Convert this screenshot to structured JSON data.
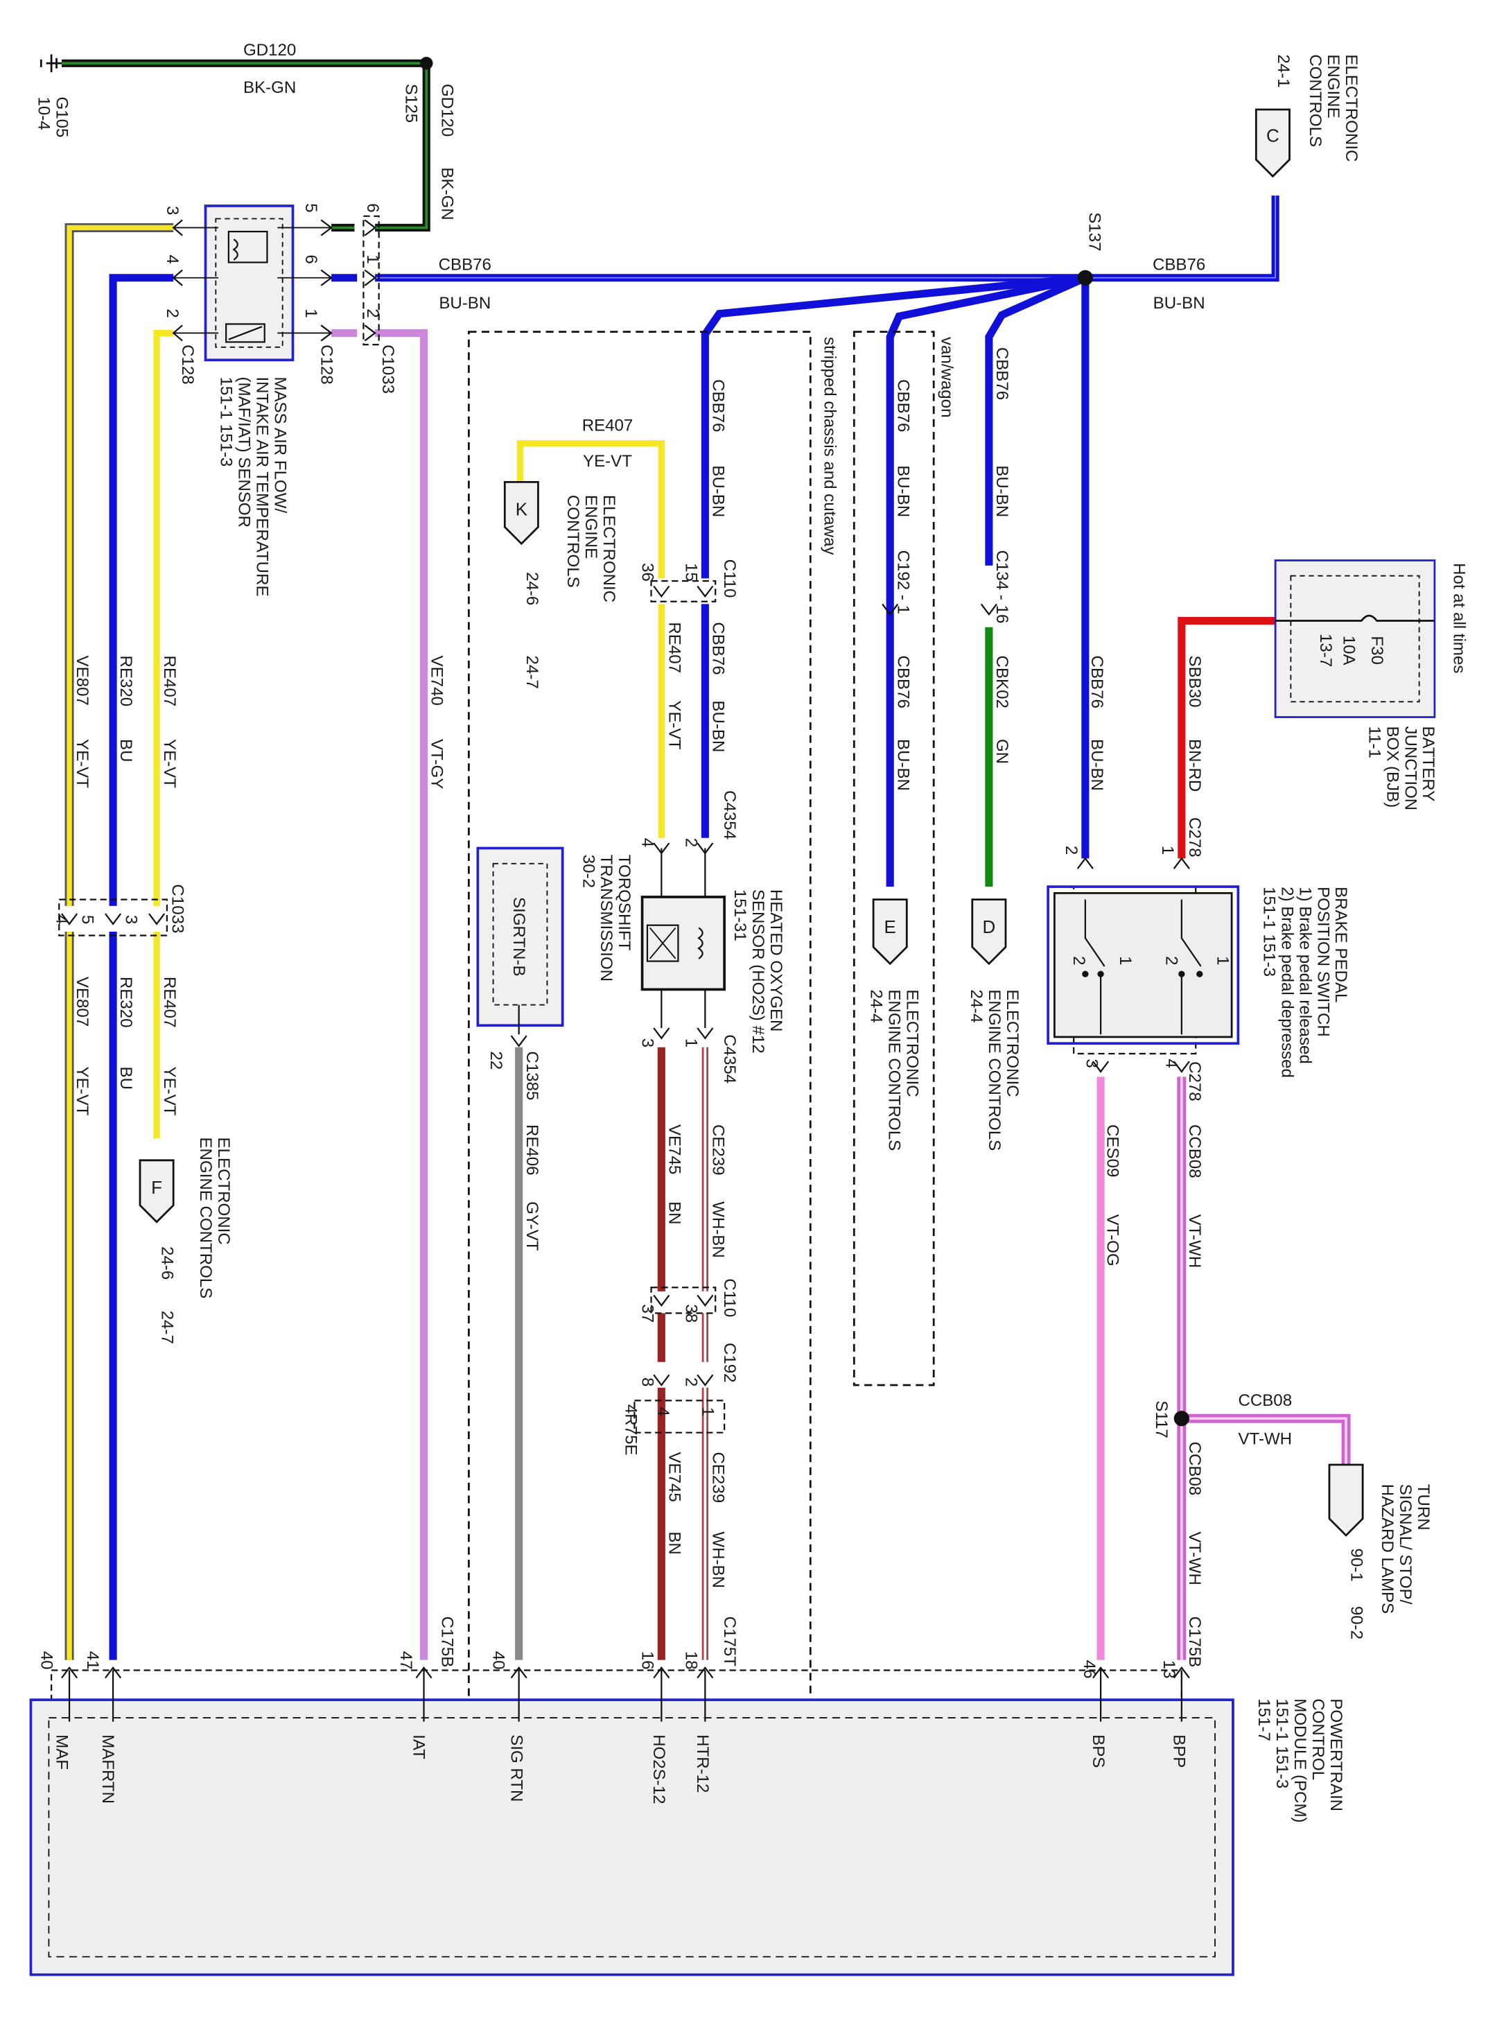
{
  "ground": {
    "id": "G105",
    "ref": "10-4",
    "splice": "S125",
    "circuit": "GD120",
    "color": "BK-GN"
  },
  "main_bus": {
    "circuit": "CBB76",
    "color": "BU-BN",
    "splice": "S137"
  },
  "eec_c": {
    "letter": "C",
    "ref": "24-1",
    "title_lines": [
      "ELECTRONIC",
      "ENGINE",
      "CONTROLS"
    ]
  },
  "bjb": {
    "title_lines": [
      "BATTERY",
      "JUNCTION",
      "BOX (BJB)",
      "11-1"
    ],
    "hot_label": "Hot at all times",
    "fuse_id": "F30",
    "fuse_rating": "10A",
    "fuse_ref": "13-7",
    "circuit": "SBB30",
    "color": "BN-RD"
  },
  "bpp_switch": {
    "title_lines": [
      "BRAKE PEDAL",
      "POSITION SWITCH",
      "1) Brake pedal released",
      "2) Brake pedal depressed",
      "151-1    151-3"
    ],
    "connector": "C278",
    "pins_in": [
      "2",
      "1"
    ],
    "pins_out": [
      "3",
      "4"
    ],
    "contacts": [
      "1",
      "2",
      "1",
      "2"
    ]
  },
  "mafiat": {
    "title_lines": [
      "MASS AIR FLOW/",
      "INTAKE AIR TEMPERATURE",
      "(MAF/IAT) SENSOR",
      "151-1    151-3"
    ],
    "connector_a": "C128",
    "connector_b": "C128",
    "connector_c": "C1033"
  },
  "pcm": {
    "title_lines": [
      "POWERTRAIN",
      "CONTROL",
      "MODULE (PCM)",
      "151-1    151-3",
      "151-7"
    ],
    "connector": "C175B",
    "connector_t": "C175T",
    "pins": {
      "maf": "MAF",
      "mafrtn": "MAFRTN",
      "iat": "IAT",
      "sigrtn": "SIG RTN",
      "ho2s": "HO2S-12",
      "htr": "HTR-12",
      "bps": "BPS",
      "bpp": "BPP"
    }
  },
  "ho2s": {
    "title_lines": [
      "HEATED OXYGEN",
      "SENSOR (HO2S) #12",
      "151-31"
    ],
    "connector": "C4354"
  },
  "torq": {
    "title_lines": [
      "TORQSHIFT",
      "TRANSMISSION",
      "30-2"
    ],
    "label": "SIGRTN-B",
    "connector": "C1385"
  },
  "eec_k": {
    "letter": "K",
    "title_lines": [
      "ELECTRONIC",
      "ENGINE",
      "CONTROLS"
    ],
    "ref1": "24-6",
    "ref2": "24-7"
  },
  "eec_f": {
    "letter": "F",
    "title_lines": [
      "ELECTRONIC",
      "ENGINE CONTROLS"
    ],
    "ref1": "24-6",
    "ref2": "24-7"
  },
  "eec_e": {
    "letter": "E",
    "title_lines": [
      "ELECTRONIC",
      "ENGINE CONTROLS",
      "24-4"
    ]
  },
  "eec_d": {
    "letter": "D",
    "title_lines": [
      "ELECTRONIC",
      "ENGINE CONTROLS",
      "24-4"
    ]
  },
  "turn": {
    "title_lines": [
      "TURN",
      "SIGNAL/ STOP/",
      "HAZARD LAMPS"
    ],
    "ref1": "90-1",
    "ref2": "90-2"
  },
  "notes": {
    "van": "van/wagon",
    "stripped": "stripped chassis and cutaway",
    "trans": "4R75E"
  },
  "connectors": {
    "c110": "C110",
    "c192": "C192",
    "c134": "C134",
    "c1033": "C1033",
    "s117": "S117"
  },
  "wires": {
    "ve807": "VE807",
    "ye_vt": "YE-VT",
    "re320": "RE320",
    "bu": "BU",
    "re407": "RE407",
    "ve740": "VE740",
    "vt_gy": "VT-GY",
    "re406": "RE406",
    "gy_vt": "GY-VT",
    "ve745": "VE745",
    "bn": "BN",
    "ce239": "CE239",
    "wh_bn": "WH-BN",
    "cbk02": "CBK02",
    "gn": "GN",
    "ces09": "CES09",
    "vt_og": "VT-OG",
    "ccb08": "CCB08",
    "vt_wh": "VT-WH",
    "c192_1": "C192 - 1",
    "c134_16": "C134 - 16"
  },
  "colors": {
    "blue": "#1010d8",
    "yellow": "#f5e626",
    "pink": "#ee88dd",
    "violet": "#cc88dd",
    "red": "#dd1111",
    "green": "#118811",
    "darkred": "#992222",
    "gray": "#888888",
    "box_blue": "#2222cc",
    "pcm_fill": "#eeeeee"
  }
}
